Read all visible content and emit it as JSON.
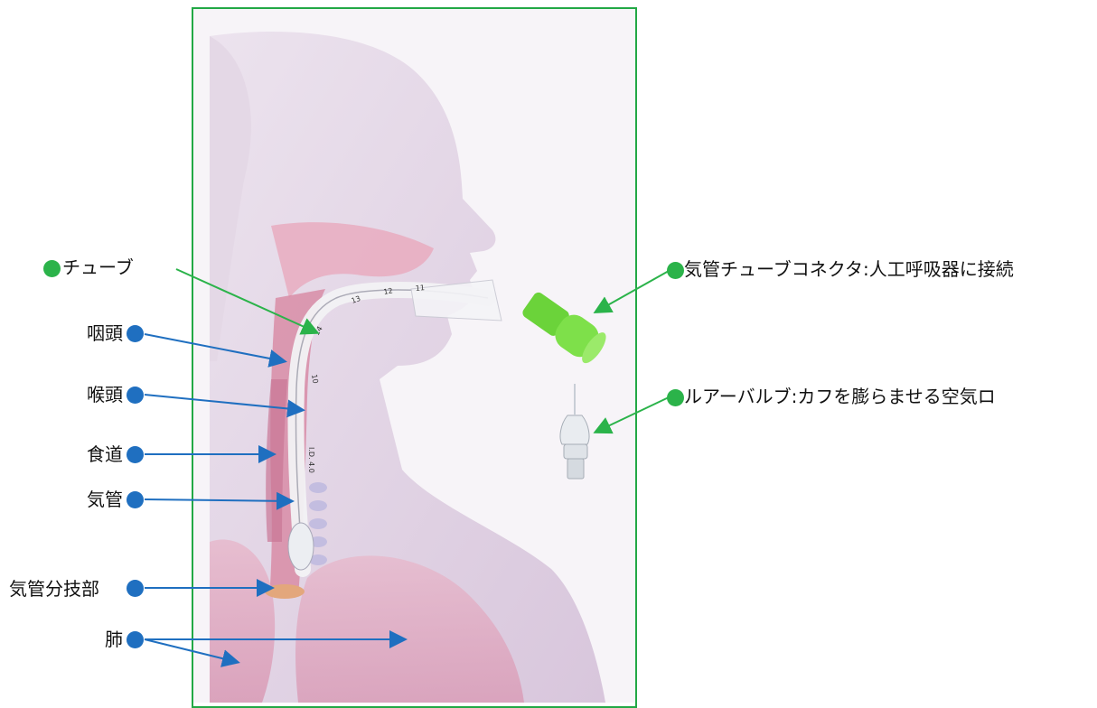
{
  "colors": {
    "frame": "#22a845",
    "anatomy_label_dot": "#1f6fc0",
    "device_label_dot": "#2bb34a",
    "connector": "#6bd33a"
  },
  "labels": {
    "tube": "チューブ",
    "pharynx": "咽頭",
    "larynx": "喉頭",
    "esophagus": "食道",
    "trachea": "気管",
    "carina": "気管分技部",
    "lung": "肺",
    "connector": "気管チューブコネクタ:人工呼吸器に接続",
    "luer_valve": "ルアーバルブ:カフを膨らませる空気ロ"
  },
  "tube_markings": [
    "I.D. 4.0",
    "14",
    "13",
    "12",
    "11",
    "10"
  ]
}
